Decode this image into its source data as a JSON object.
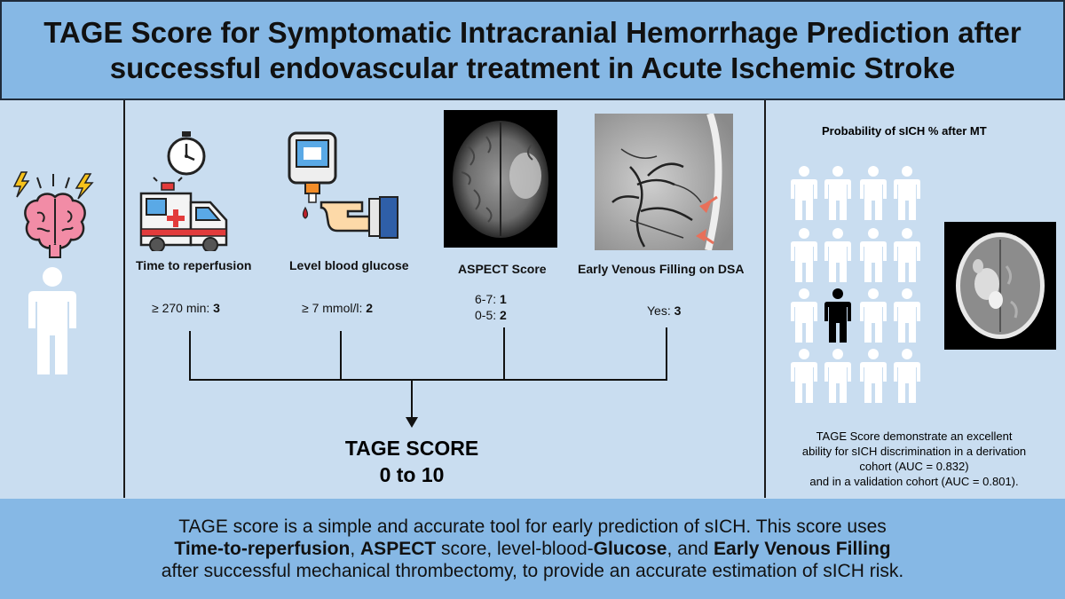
{
  "header": {
    "title_line1": "TAGE Score for Symptomatic Intracranial Hemorrhage Prediction after",
    "title_line2": "successful endovascular treatment in Acute Ischemic Stroke"
  },
  "criteria": [
    {
      "label": "Time to reperfusion",
      "value_text": "≥ 270 min: ",
      "points": "3"
    },
    {
      "label": "Level blood glucose",
      "value_text": "≥ 7 mmol/l: ",
      "points": "2"
    },
    {
      "label": "ASPECT Score",
      "value_text": "6-7: ",
      "points": "1",
      "value_text2": "0-5: ",
      "points2": "2"
    },
    {
      "label": "Early Venous Filling on DSA",
      "value_text": "Yes: ",
      "points": "3"
    }
  ],
  "total": {
    "title": "TAGE SCORE",
    "range": "0 to 10"
  },
  "right_panel": {
    "title": "Probability of sICH % after MT",
    "summary_line1": "TAGE Score demonstrate an excellent",
    "summary_line2": "ability for sICH discrimination in a derivation",
    "summary_line3": "cohort (AUC = 0.832)",
    "summary_line4": "and in a validation cohort (AUC = 0.801)."
  },
  "footer": {
    "l1": "TAGE score is a simple and accurate tool for early prediction of sICH. This score uses",
    "l2_b1": "Time-to-reperfusion",
    "l2_t1": ", ",
    "l2_b2": "ASPECT",
    "l2_t2": " score, level-blood-",
    "l2_b3": "Glucose",
    "l2_t3": ", and ",
    "l2_b4": "Early Venous Filling",
    "l3": "after successful mechanical thrombectomy, to provide an accurate estimation of sICH risk."
  },
  "colors": {
    "header_bg": "#86b8e5",
    "panel_bg": "#c9ddf0",
    "person_light": "#ffffff",
    "person_dark": "#000000",
    "arrow": "#e8705a"
  },
  "icons": [
    "brain-icon",
    "person-icon",
    "ambulance-icon",
    "stopwatch-icon",
    "glucometer-icon",
    "hand-icon",
    "blood-drop-icon",
    "mri-brain-image",
    "dsa-angiogram-image",
    "ct-hemorrhage-image"
  ]
}
